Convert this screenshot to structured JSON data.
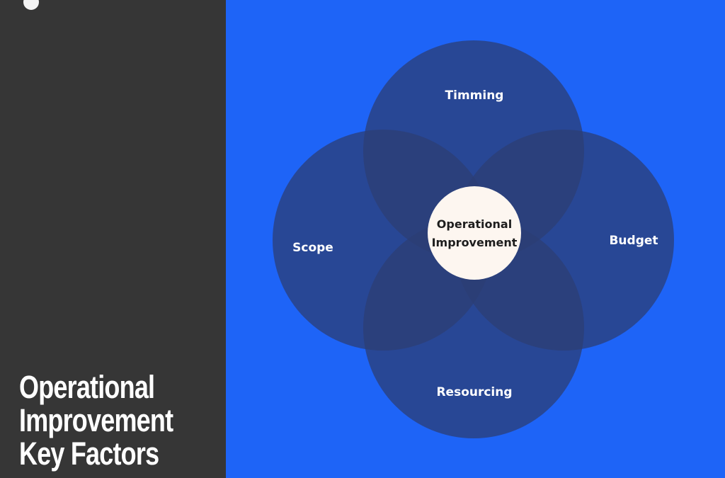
{
  "title": {
    "lines": [
      "Operational",
      "Improvement",
      "Key Factors"
    ]
  },
  "diagram": {
    "center": {
      "lines": [
        "Operational",
        "Improvement"
      ]
    },
    "factors": [
      {
        "id": "top",
        "label": "Timming"
      },
      {
        "id": "left",
        "label": "Scope"
      },
      {
        "id": "right",
        "label": "Budget"
      },
      {
        "id": "bottom",
        "label": "Resourcing"
      }
    ]
  },
  "colors": {
    "left_panel": "#363636",
    "right_panel": "#1e64f7",
    "circle_fill": "#2c3e74",
    "center_fill": "#fdf6f0"
  }
}
